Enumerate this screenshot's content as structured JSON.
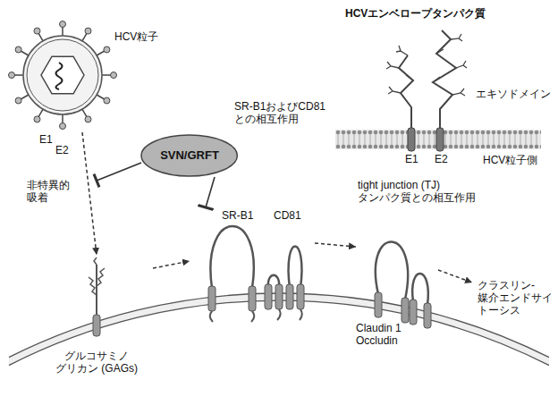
{
  "diagram": {
    "nodes": [
      {
        "text": [
          "HCV粒子"
        ]
      },
      {
        "text": [
          "SVN/GRFT"
        ]
      },
      {
        "text": [
          "グルコサミノ グリカン (GAGs)"
        ]
      },
      {
        "text": [
          "SR-B1",
          "CD81"
        ]
      },
      {
        "text": [
          "Claudin 1",
          "Occludin"
        ]
      }
    ],
    "edges": [
      {
        "from": 0,
        "to": 2,
        "arrow": "to",
        "label": "非特異的 吸着"
      },
      {
        "from": 2,
        "to": 3,
        "arrow": "to"
      },
      {
        "from": 3,
        "to": 4,
        "arrow": "to"
      },
      {
        "from": 1,
        "to": 3,
        "arrow": "to"
      }
    ],
    "labels": [
      "E1",
      "E2",
      "SR-B1およびCD81 との相互作用",
      "tight junction (TJ) タンパク質との相互作用",
      "クラスリン- 媒介エンドサイ トーシス",
      "HCVエンベロープタンパク質",
      "エキソドメイン",
      "HCV粒子側",
      "E1",
      "E2"
    ]
  }
}
